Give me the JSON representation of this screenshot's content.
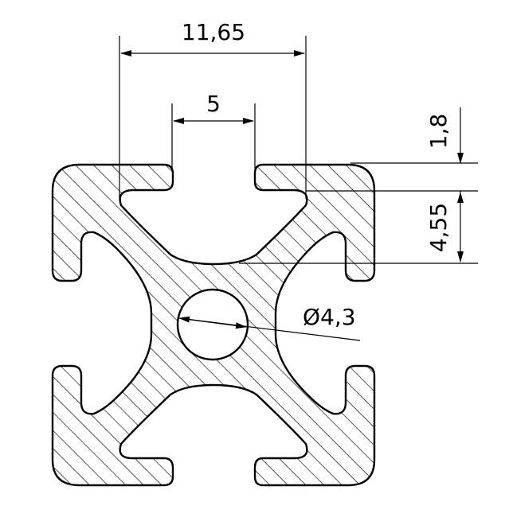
{
  "dimensions": {
    "top_width": "11,65",
    "slot_width": "5",
    "lip_thickness": "1,8",
    "slot_depth": "4,55",
    "bore_diameter": "Ø4,3"
  },
  "colors": {
    "stroke": "#000000",
    "background": "#ffffff",
    "hatch": "#000000"
  }
}
